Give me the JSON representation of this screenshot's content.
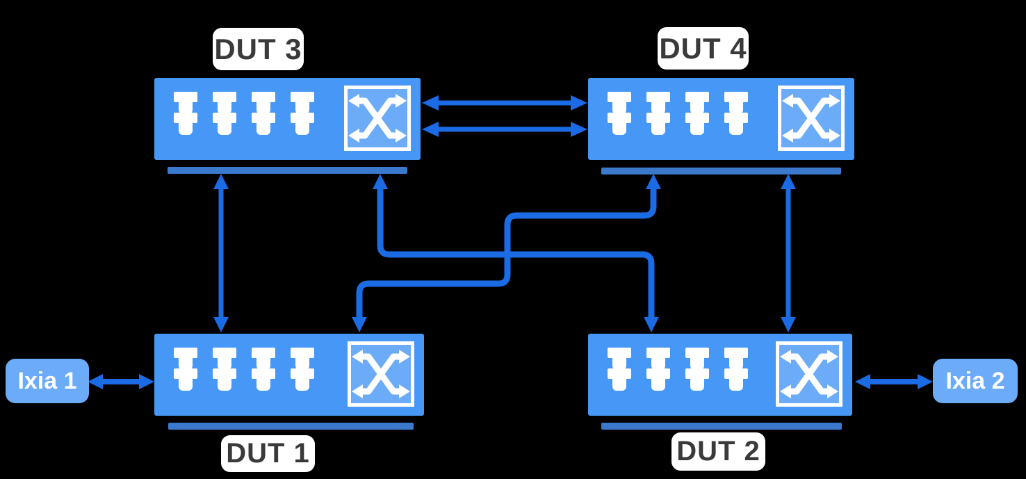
{
  "diagram_type": "network-test-topology",
  "nodes": {
    "dut3": {
      "label": "DUT 3",
      "type": "switch"
    },
    "dut4": {
      "label": "DUT 4",
      "type": "switch"
    },
    "dut1": {
      "label": "DUT 1",
      "type": "switch"
    },
    "dut2": {
      "label": "DUT 2",
      "type": "switch"
    },
    "ixia1": {
      "label": "Ixia 1",
      "type": "traffic-generator"
    },
    "ixia2": {
      "label": "Ixia 2",
      "type": "traffic-generator"
    }
  },
  "links": [
    {
      "from": "DUT 3",
      "to": "DUT 4",
      "bidirectional": true,
      "shape": "straight",
      "lane": "upper"
    },
    {
      "from": "DUT 3",
      "to": "DUT 4",
      "bidirectional": true,
      "shape": "straight",
      "lane": "lower"
    },
    {
      "from": "DUT 3",
      "to": "DUT 1",
      "bidirectional": true,
      "shape": "straight"
    },
    {
      "from": "DUT 4",
      "to": "DUT 2",
      "bidirectional": true,
      "shape": "straight"
    },
    {
      "from": "DUT 3",
      "to": "DUT 2",
      "bidirectional": true,
      "shape": "stepped"
    },
    {
      "from": "DUT 4",
      "to": "DUT 1",
      "bidirectional": true,
      "shape": "stepped"
    },
    {
      "from": "Ixia 1",
      "to": "DUT 1",
      "bidirectional": true,
      "shape": "straight"
    },
    {
      "from": "Ixia 2",
      "to": "DUT 2",
      "bidirectional": true,
      "shape": "straight"
    }
  ],
  "icons": {
    "switch_fabric": "crossbar-switch-icon",
    "port": "ethernet-port-icon"
  },
  "colors": {
    "background": "#000000",
    "switch_body": "#4697f6",
    "switch_accent": "#6babf8",
    "base_bar": "#3b79cd",
    "connector": "#1a6be4",
    "label_bg": "#ffffff",
    "label_text": "#3a3a3a",
    "node_text": "#ffffff"
  }
}
